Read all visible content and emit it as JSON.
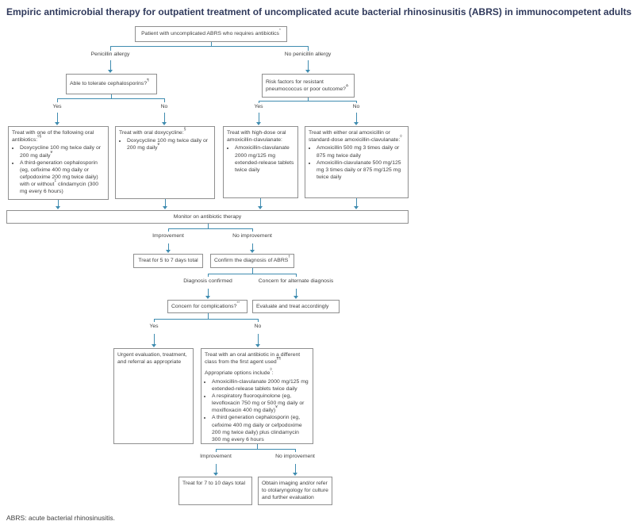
{
  "title": "Empiric antimicrobial therapy for outpatient treatment of uncomplicated acute bacterial rhinosinusitis (ABRS) in immunocompetent adults",
  "footer": "ABRS: acute bacterial rhinosinusitis.",
  "colors": {
    "title_text": "#303a5c",
    "connector_line": "#3f8cb0",
    "box_border": "#8f8f8f",
    "box_text": "#404040",
    "background": "#ffffff"
  },
  "labels": {
    "penicillin_allergy": "Penicillin allergy",
    "no_penicillin_allergy": "No penicillin allergy",
    "yes": "Yes",
    "no": "No",
    "improvement": "Improvement",
    "no_improvement": "No improvement",
    "diagnosis_confirmed": "Diagnosis confirmed",
    "concern_alternate": "Concern for alternate diagnosis"
  },
  "nodes": {
    "patient": "Patient with uncomplicated ABRS who requires antibiotics*",
    "cephalosporins_question": "Able to tolerate cephalosporins?¶",
    "risk_factors_question": "Risk factors for resistant pneumococcus or poor outcome?Δ",
    "tx_oral_antibiotics": {
      "intro": "Treat with one of the following oral antibiotics:◊§",
      "bullets": [
        "Doxycycline 100 mg twice daily or 200 mg daily¥",
        "A third-generation cephalosporin (eg, cefixime 400 mg daily or cefpodoxime 200 mg twice daily) with or without‡ clindamycin (300 mg every 6 hours)"
      ]
    },
    "tx_doxycycline": {
      "intro": "Treat with oral doxycycline:§",
      "bullets": [
        "Doxycycline 100 mg twice daily or 200 mg daily¥"
      ]
    },
    "tx_highdose_amoxclav": {
      "intro": "Treat with high-dose oral amoxicillin-clavulanate:",
      "bullets": [
        "Amoxicillin-clavulanate 2000 mg/125 mg extended-release tablets twice daily"
      ]
    },
    "tx_amoxicillin": {
      "intro": "Treat with either oral amoxicillin or standard-dose amoxicillin-clavulanate:◊",
      "bullets": [
        "Amoxicillin 500 mg 3 times daily or 875 mg twice daily",
        "Amoxicillin-clavulanate 500 mg/125 mg 3 times daily or 875 mg/125 mg twice daily"
      ]
    },
    "monitor": "Monitor on antibiotic therapy",
    "treat_5_7_days": "Treat for 5 to 7 days total",
    "confirm_diagnosis": "Confirm the diagnosis of ABRS†",
    "concern_complications": "Concern for complications?**",
    "evaluate_treat": "Evaluate and treat accordingly",
    "urgent_evaluation": "Urgent evaluation, treatment, and referral as appropriate",
    "different_class": {
      "intro": "Treat with an oral antibiotic in a different class from the first agent used¶¶",
      "intro2": "Appropriate options include◊:",
      "bullets": [
        "Amoxicillin-clavulanate 2000 mg/125 mg extended-release tablets twice daily",
        "A respiratory fluoroquinolone (eg, levofloxacin 750 mg or 500 mg daily or moxifloxacin 400 mg daily)¥",
        "A third generation cephalosporin (eg, cefixime 400 mg daily or cefpodoxime 200 mg twice daily) plus clindamycin 300 mg every 6 hours"
      ]
    },
    "treat_7_10_days": "Treat for 7 to 10 days total",
    "obtain_imaging": "Obtain imaging and/or refer to otolaryngology for culture and further evaluation"
  }
}
